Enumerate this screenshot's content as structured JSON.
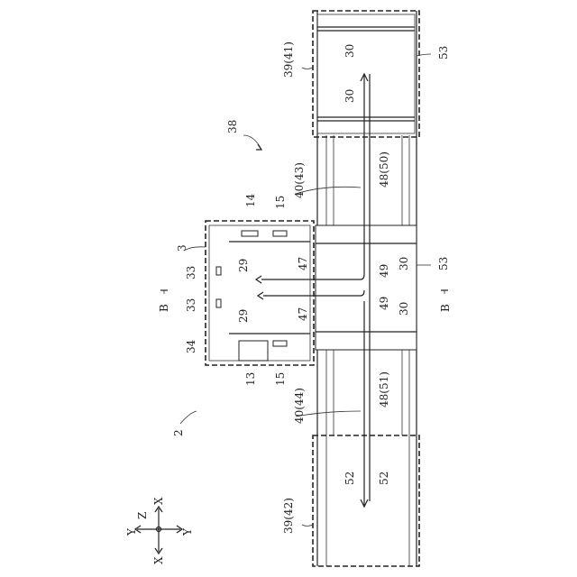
{
  "labels": {
    "ref_38": "38",
    "ref_2": "2",
    "ref_3": "3",
    "ref_34": "34",
    "ref_14": "14",
    "ref_15_top": "15",
    "ref_15_bottom": "15",
    "ref_13": "13",
    "ref_29_top": "29",
    "ref_29_bottom": "29",
    "ref_33_top": "33",
    "ref_33_bottom": "33",
    "ref_47_top": "47",
    "ref_47_bottom": "47",
    "ref_49_top": "49",
    "ref_49_bottom": "49",
    "ref_30_a": "30",
    "ref_30_b": "30",
    "ref_30_c": "30",
    "ref_30_d": "30",
    "ref_53_top": "53",
    "ref_53_mid": "53",
    "ref_52_left": "52",
    "ref_52_right": "52",
    "ref_39_41": "39(41)",
    "ref_39_42": "39(42)",
    "ref_40_43": "40(43)",
    "ref_40_44": "40(44)",
    "ref_48_50": "48(50)",
    "ref_48_51": "48(51)",
    "section_B_left": "B",
    "section_B_right": "B",
    "axis_X_top": "X",
    "axis_X_bottom": "X",
    "axis_Y_left": "Y",
    "axis_Y_right": "Y",
    "axis_Z": "Z"
  }
}
